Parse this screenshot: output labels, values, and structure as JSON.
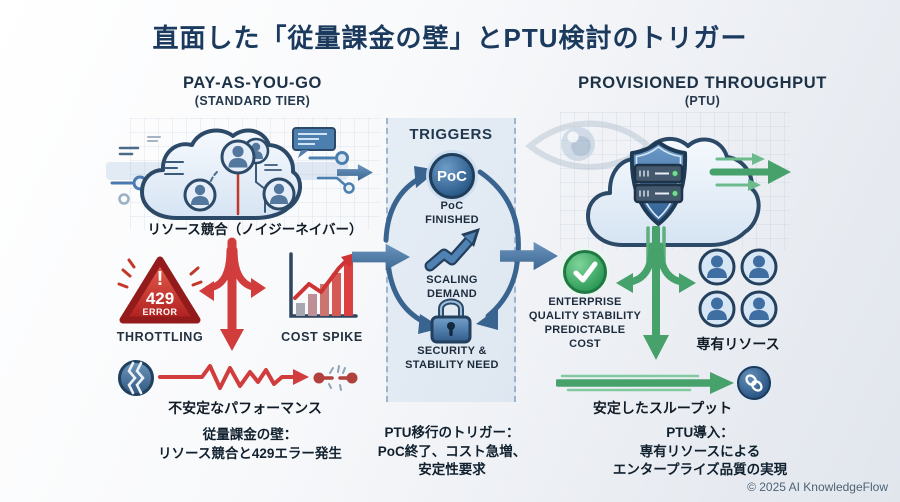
{
  "title": "直面した「従量課金の壁」とPTU検討のトリガー",
  "left": {
    "heading": "PAY-AS-YOU-GO",
    "subheading": "(STANDARD TIER)",
    "cloud_label": "リソース競合（ノイジーネイバー）",
    "error_badge": {
      "exclamation": "!",
      "code": "429",
      "word": "ERROR"
    },
    "throttling_label": "THROTTLING",
    "cost_spike_label": "COST SPIKE",
    "unstable_label": "不安定なパフォーマンス",
    "summary": "従量課金の壁：\nリソース競合と429エラー発生"
  },
  "center": {
    "heading": "TRIGGERS",
    "poc_badge": "PoC",
    "poc_label": "PoC\nFINISHED",
    "scaling_label": "SCALING\nDEMAND",
    "security_label": "SECURITY &\nSTABILITY NEED",
    "summary": "PTU移行のトリガー：\nPoC終了、コスト急増、\n安定性要求"
  },
  "right": {
    "heading": "PROVISIONED THROUGHPUT",
    "subheading": "(PTU)",
    "enterprise_label": "ENTERPRISE\nQUALITY STABILITY",
    "predictable_label": "PREDICTABLE\nCOST",
    "dedicated_label": "専有リソース",
    "throughput_label": "安定したスループット",
    "summary": "PTU導入：\n専有リソースによる\nエンタープライズ品質の実現"
  },
  "footer": {
    "copyright": "© 2025 AI KnowledgeFlow"
  },
  "colors": {
    "navy": "#1d3a5c",
    "red": "#cf3838",
    "blue": "#3f6f9f",
    "green": "#46a16b",
    "panel_tint": "#b2cee6"
  }
}
